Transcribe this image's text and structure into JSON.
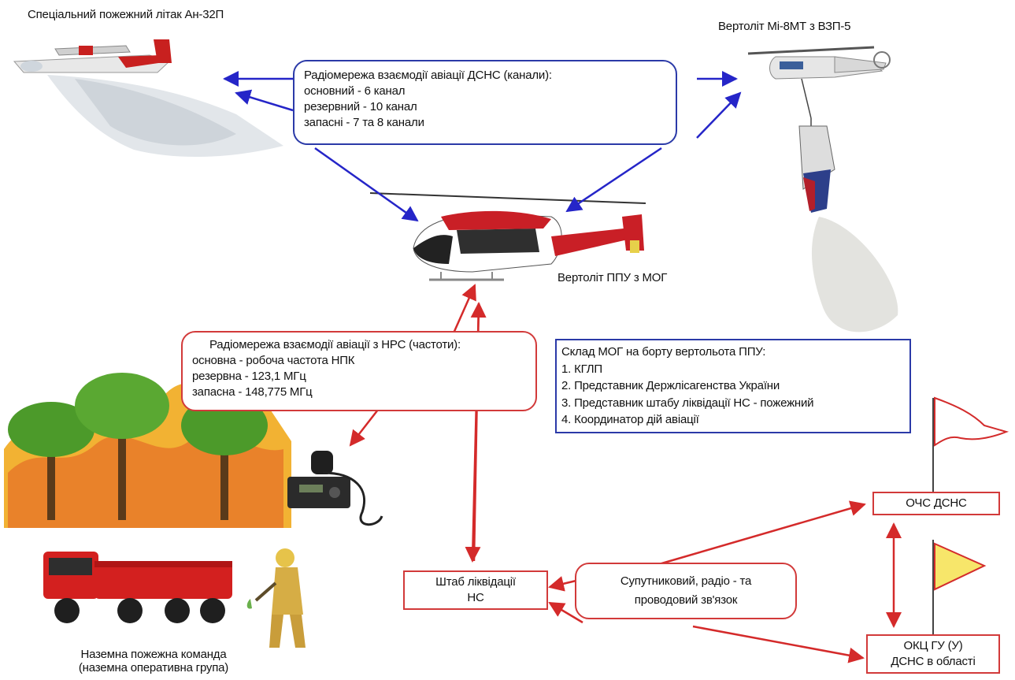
{
  "labels": {
    "plane": "Спеціальний пожежний літак Ан-32П",
    "heli_mi8": "Вертоліт Мі-8МТ з ВЗП-5",
    "heli_ppu": "Вертоліт ППУ з МОГ",
    "ground_team_line1": "Наземна пожежна команда",
    "ground_team_line2": "(наземна оперативна група)"
  },
  "radio_dsns": {
    "title": "Радіомережа взаємодії авіації ДСНС (канали):",
    "lines": [
      "основний - 6 канал",
      "резервний - 10 канал",
      "запасні - 7 та 8 канали"
    ]
  },
  "radio_nrs": {
    "title": "Радіомережа взаємодії авіації з НРС (частоти):",
    "lines": [
      "основна - робоча частота НПК",
      "резервна - 123,1 МГц",
      "запасна - 148,775 МГц"
    ]
  },
  "mog": {
    "title": "Склад МОГ на борту вертольота ППУ:",
    "items": [
      "1. КГЛП",
      "2. Представник Держлісагенства України",
      "3. Представник штабу ліквідації НС - пожежний",
      "4. Координатор дій авіації"
    ]
  },
  "hq": {
    "line1": "Штаб ліквідації",
    "line2": "НС"
  },
  "comms": {
    "line1": "Супутниковий, радіо - та",
    "line2": "проводовий зв'язок"
  },
  "ochs": {
    "label": "ОЧС ДСНС"
  },
  "okc": {
    "line1": "ОКЦ ГУ (У)",
    "line2": "ДСНС в області"
  },
  "colors": {
    "blue_arrow": "#2525c8",
    "red_arrow": "#d42a2a",
    "blue_border": "#2b3aa8",
    "red_border": "#d23a3a"
  }
}
